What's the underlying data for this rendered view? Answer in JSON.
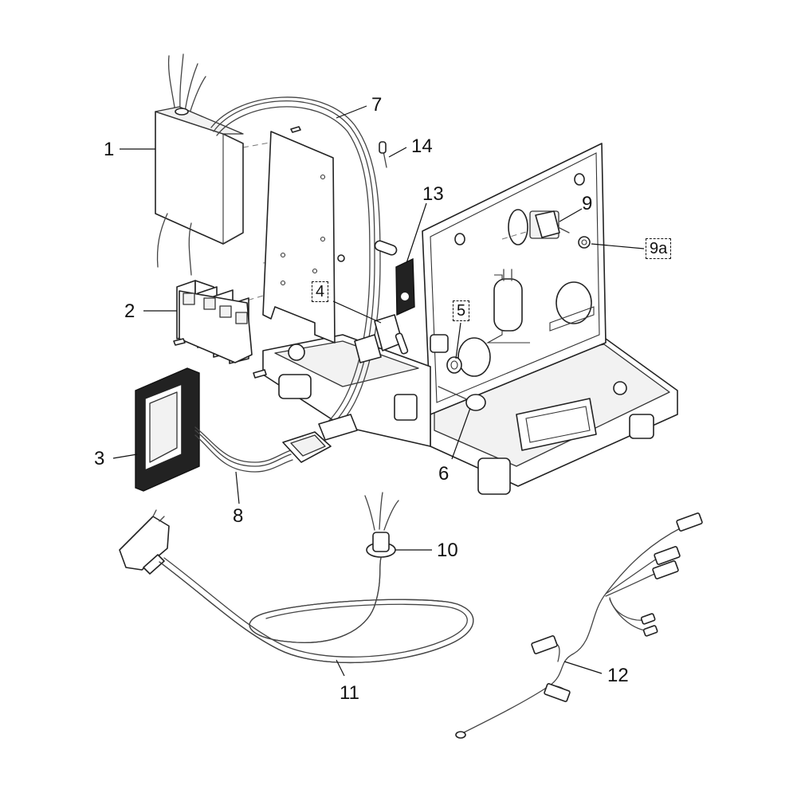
{
  "diagram": {
    "callouts": [
      {
        "id": "1",
        "label": "1",
        "boxed": false
      },
      {
        "id": "2",
        "label": "2",
        "boxed": false
      },
      {
        "id": "3",
        "label": "3",
        "boxed": false
      },
      {
        "id": "4",
        "label": "4",
        "boxed": true
      },
      {
        "id": "5",
        "label": "5",
        "boxed": true
      },
      {
        "id": "6",
        "label": "6",
        "boxed": false
      },
      {
        "id": "7",
        "label": "7",
        "boxed": false
      },
      {
        "id": "8",
        "label": "8",
        "boxed": false
      },
      {
        "id": "9",
        "label": "9",
        "boxed": false
      },
      {
        "id": "9a",
        "label": "9a",
        "boxed": true
      },
      {
        "id": "10",
        "label": "10",
        "boxed": false
      },
      {
        "id": "11",
        "label": "11",
        "boxed": false
      },
      {
        "id": "12",
        "label": "12",
        "boxed": false
      },
      {
        "id": "13",
        "label": "13",
        "boxed": false
      },
      {
        "id": "14",
        "label": "14",
        "boxed": false
      }
    ]
  }
}
